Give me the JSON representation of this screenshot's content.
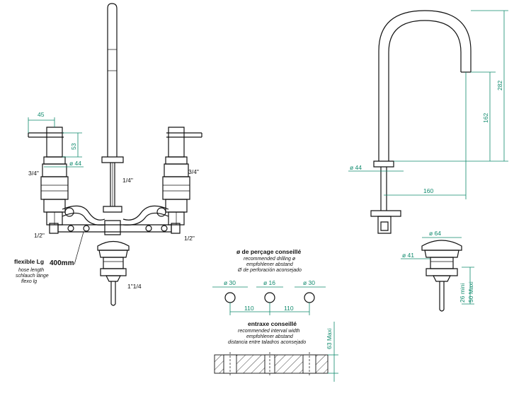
{
  "dims": {
    "handle_width": "45",
    "handle_height": "53",
    "body_dia": "ø 44",
    "spout_height": "282",
    "spout_inner": "162",
    "spout_reach": "160",
    "spout_base_dia": "ø 44",
    "drain_top_dia": "ø 64",
    "drain_body_dia": "ø 41",
    "drain_range": "26 mini",
    "drain_range_max": "50 Maxi",
    "hole_left": "ø 30",
    "hole_mid": "ø 16",
    "hole_right": "ø 30",
    "spacing_left": "110",
    "spacing_right": "110",
    "counter_max": "63 Maxi"
  },
  "threads": {
    "left_handle": "3/4\"",
    "right_handle": "3/4\"",
    "spout": "1/4\"",
    "left_hose": "1/2\"",
    "right_hose": "1/2\"",
    "drain": "1\"1/4"
  },
  "hose": {
    "title": "flexible Lg",
    "length": "400mm",
    "lines": [
      "hose length",
      "schlauch länge",
      "flexo lg"
    ]
  },
  "drilling": {
    "title": "ø de perçage conseillé",
    "lines": [
      "recommended drilling ø",
      "empfohlener abstand",
      "Ø de perforación aconsejado"
    ]
  },
  "interval": {
    "title": "entraxe conseillé",
    "lines": [
      "recommended interval width",
      "empfohlener abstand",
      "distancia entre taladros aconsejado"
    ]
  },
  "colors": {
    "dimension": "#0f8a6d",
    "line": "#111111"
  }
}
